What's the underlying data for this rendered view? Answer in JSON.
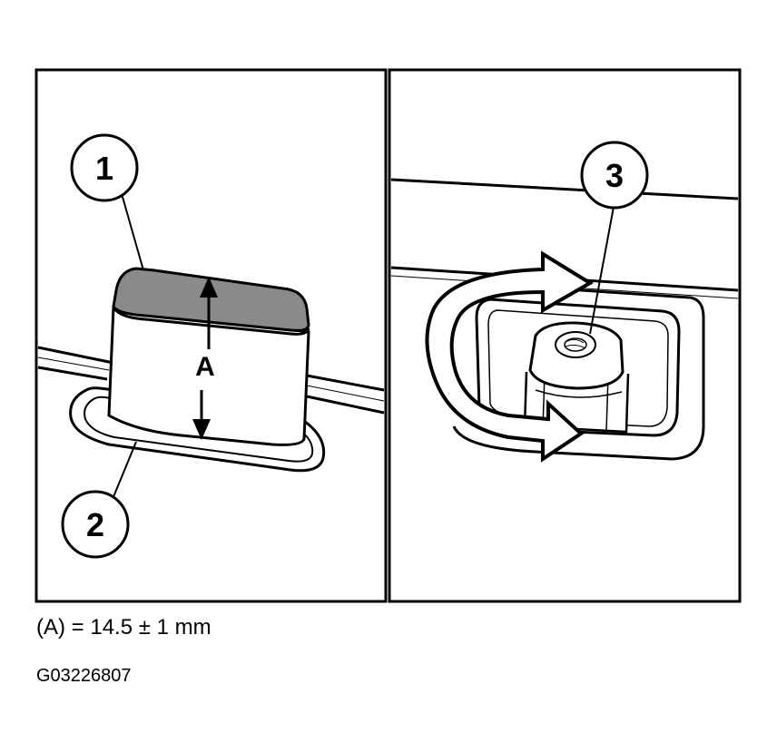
{
  "callouts": {
    "c1": "1",
    "c2": "2",
    "c3": "3"
  },
  "dimension_label": "A",
  "caption": "(A) = 14.5 ± 1 mm",
  "figure_id": "G03226807",
  "colors": {
    "line": "#000000",
    "fill_gray": "#8a8a8a",
    "background": "#ffffff"
  }
}
